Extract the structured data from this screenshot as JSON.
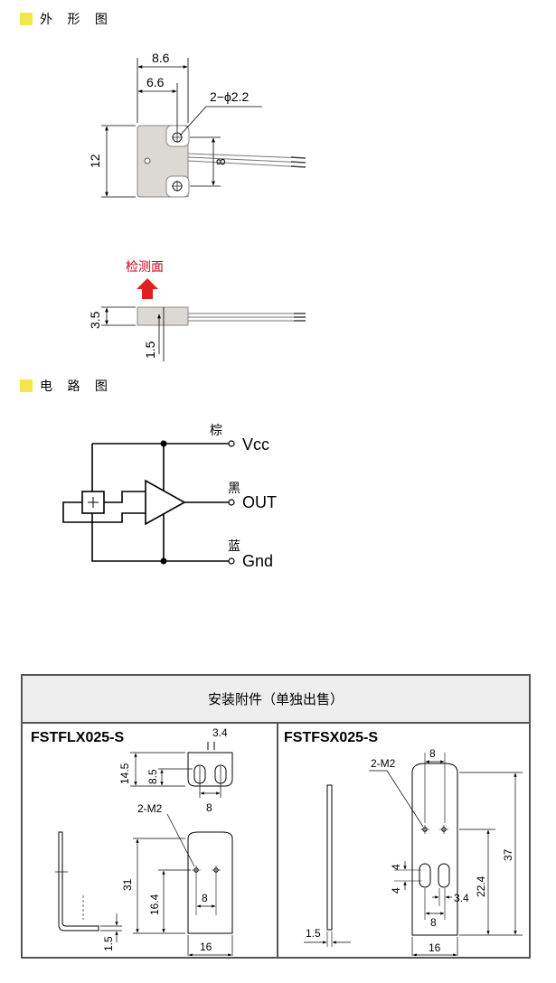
{
  "sections": {
    "outline_title": "外 形 图",
    "circuit_title": "电 路 图"
  },
  "outline": {
    "dim_width": "8.6",
    "dim_hole_x": "6.6",
    "dim_holes": "2−ϕ2.2",
    "dim_height": "12",
    "dim_pitch": "8",
    "detect_face": "检测面",
    "dim_thickness": "3.5",
    "dim_face_offset": "1.5"
  },
  "circuit": {
    "wire_brown": "棕",
    "label_vcc": "Vcc",
    "wire_black": "黑",
    "label_out": "OUT",
    "wire_blue": "蓝",
    "label_gnd": "Gnd"
  },
  "accessories": {
    "header": "安装附件（单独出售）",
    "left": {
      "model": "FSTFLX025-S",
      "dims": [
        "3.4",
        "14.5",
        "8.5",
        "8",
        "2-M2",
        "31",
        "16.4",
        "8",
        "1.5",
        "16"
      ]
    },
    "right": {
      "model": "FSTFSX025-S",
      "dims": [
        "8",
        "2-M2",
        "37",
        "22.4",
        "4",
        "4",
        "1.5",
        "3.4",
        "8",
        "16"
      ]
    }
  },
  "colors": {
    "section_marker": "#f4e64a",
    "detect_arrow": "#e02020",
    "sensor_body": "#dcd9d5",
    "accent_red": "#d0021b"
  }
}
